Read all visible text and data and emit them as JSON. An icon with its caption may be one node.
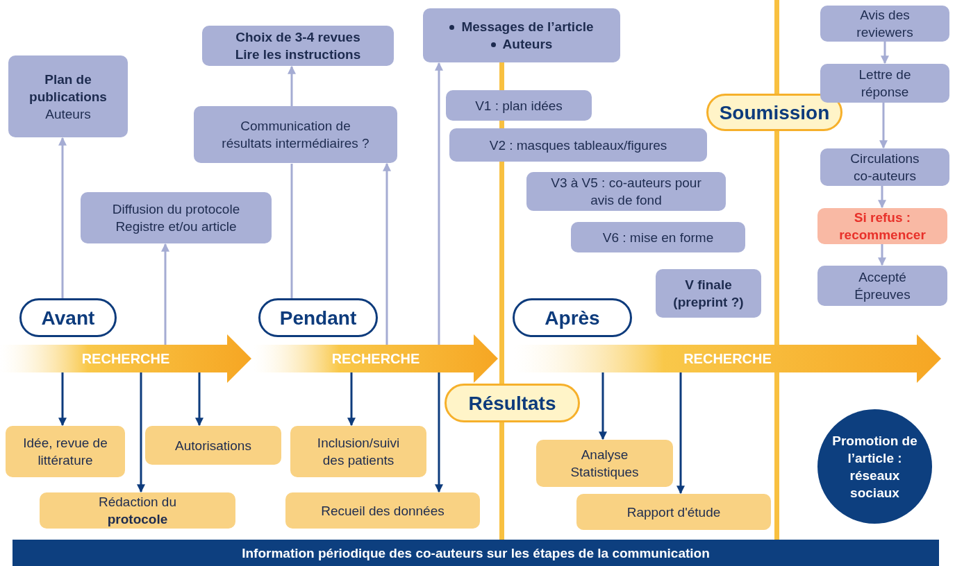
{
  "diagram": {
    "nodes": [
      {
        "text": [
          "Plan de publications",
          "Auteurs"
        ]
      },
      {
        "text": [
          "Diffusion du protocole",
          "Registre et/ou article"
        ]
      },
      {
        "text": [
          "Choix de 3-4 revues",
          "Lire les instructions"
        ]
      },
      {
        "text": [
          "Communication de résultats intermédiaires ?"
        ]
      },
      {
        "text": [
          "Messages de l’article",
          "Auteurs"
        ]
      },
      {
        "text": [
          "V1 : plan idées"
        ]
      },
      {
        "text": [
          "V2 : masques tableaux/figures"
        ]
      },
      {
        "text": [
          "V3 à V5 : co-auteurs pour avis de fond"
        ]
      },
      {
        "text": [
          "V6 : mise en forme"
        ]
      },
      {
        "text": [
          "V finale (preprint ?)"
        ]
      },
      {
        "text": [
          "Soumission"
        ]
      },
      {
        "text": [
          "Avis des reviewers"
        ]
      },
      {
        "text": [
          "Lettre de réponse"
        ]
      },
      {
        "text": [
          "Circulations co-auteurs"
        ]
      },
      {
        "text": [
          "Si refus : recommencer"
        ]
      },
      {
        "text": [
          "Accepté Épreuves"
        ]
      },
      {
        "text": [
          "Avant"
        ]
      },
      {
        "text": [
          "Pendant"
        ]
      },
      {
        "text": [
          "Après"
        ]
      },
      {
        "text": [
          "Résultats"
        ]
      },
      {
        "text": [
          "RECHERCHE"
        ]
      },
      {
        "text": [
          "RECHERCHE"
        ]
      },
      {
        "text": [
          "RECHERCHE"
        ]
      },
      {
        "text": [
          "Idée, revue de littérature"
        ]
      },
      {
        "text": [
          "Rédaction du **protocole**"
        ]
      },
      {
        "text": [
          "Autorisations"
        ]
      },
      {
        "text": [
          "Inclusion/suivi des patients"
        ]
      },
      {
        "text": [
          "Recueil des données"
        ]
      },
      {
        "text": [
          "Analyse Statistiques"
        ]
      },
      {
        "text": [
          "Rapport d'étude"
        ]
      },
      {
        "text": [
          "Promotion de l’article : réseaux sociaux"
        ]
      },
      {
        "text": [
          "Information périodique des co-auteurs sur les étapes de la communication"
        ]
      }
    ],
    "edges": [
      {
        "from": 16,
        "to": 0,
        "arrow": "to"
      },
      {
        "from": 20,
        "to": 1,
        "arrow": "to"
      },
      {
        "from": 17,
        "to": 3,
        "arrow": "none"
      },
      {
        "from": 3,
        "to": 2,
        "arrow": "to"
      },
      {
        "from": 21,
        "to": 3,
        "arrow": "to"
      },
      {
        "from": 21,
        "to": 4,
        "arrow": "to"
      },
      {
        "from": 20,
        "to": 23,
        "arrow": "to",
        "color": "#0d3b7c"
      },
      {
        "from": 20,
        "to": 24,
        "arrow": "to",
        "color": "#0d3b7c"
      },
      {
        "from": 20,
        "to": 25,
        "arrow": "to",
        "color": "#0d3b7c"
      },
      {
        "from": 21,
        "to": 26,
        "arrow": "to",
        "color": "#0d3b7c"
      },
      {
        "from": 21,
        "to": 27,
        "arrow": "to",
        "color": "#0d3b7c"
      },
      {
        "from": 22,
        "to": 28,
        "arrow": "to",
        "color": "#0d3b7c"
      },
      {
        "from": 22,
        "to": 29,
        "arrow": "to",
        "color": "#0d3b7c"
      },
      {
        "from": 11,
        "to": 12,
        "arrow": "to"
      },
      {
        "from": 12,
        "to": 13,
        "arrow": "to"
      },
      {
        "from": 13,
        "to": 14,
        "arrow": "to"
      },
      {
        "from": 14,
        "to": 15,
        "arrow": "to"
      }
    ]
  }
}
